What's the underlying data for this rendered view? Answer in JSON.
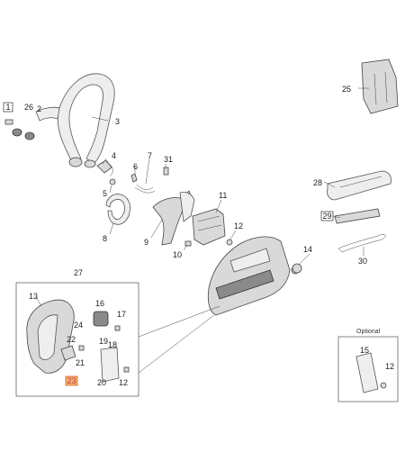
{
  "labels": {
    "p1": "1",
    "p2": "2",
    "p3": "3",
    "p4": "4",
    "p5": "5",
    "p6": "6",
    "p7": "7",
    "p8": "8",
    "p9": "9",
    "p10": "10",
    "p11": "11",
    "p12": "12",
    "p13": "13",
    "p14": "14",
    "p15": "15",
    "p16": "16",
    "p17": "17",
    "p18": "18",
    "p19": "19",
    "p20": "20",
    "p21": "21",
    "p22": "22",
    "p23": "23",
    "p24": "24",
    "p25": "25",
    "p26": "26",
    "p27": "27",
    "p28": "28",
    "p29": "29",
    "p30": "30",
    "p31": "31"
  },
  "optional_title": "Optional",
  "colors": {
    "highlight": "#d35400",
    "line": "#444444",
    "part_fill": "#d9d9d9"
  }
}
